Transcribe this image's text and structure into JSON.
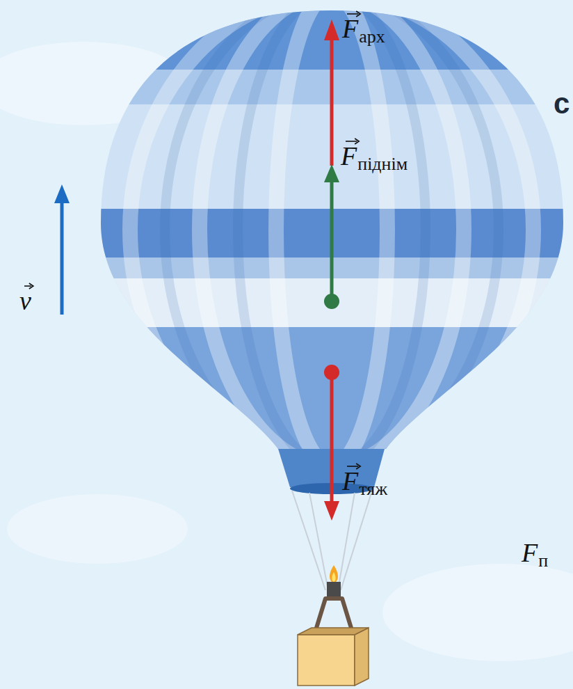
{
  "diagram": {
    "labels": [
      "F",
      "арх",
      "F",
      "піднім",
      "F",
      "тяж",
      "v",
      "с",
      "F",
      "п"
    ]
  }
}
